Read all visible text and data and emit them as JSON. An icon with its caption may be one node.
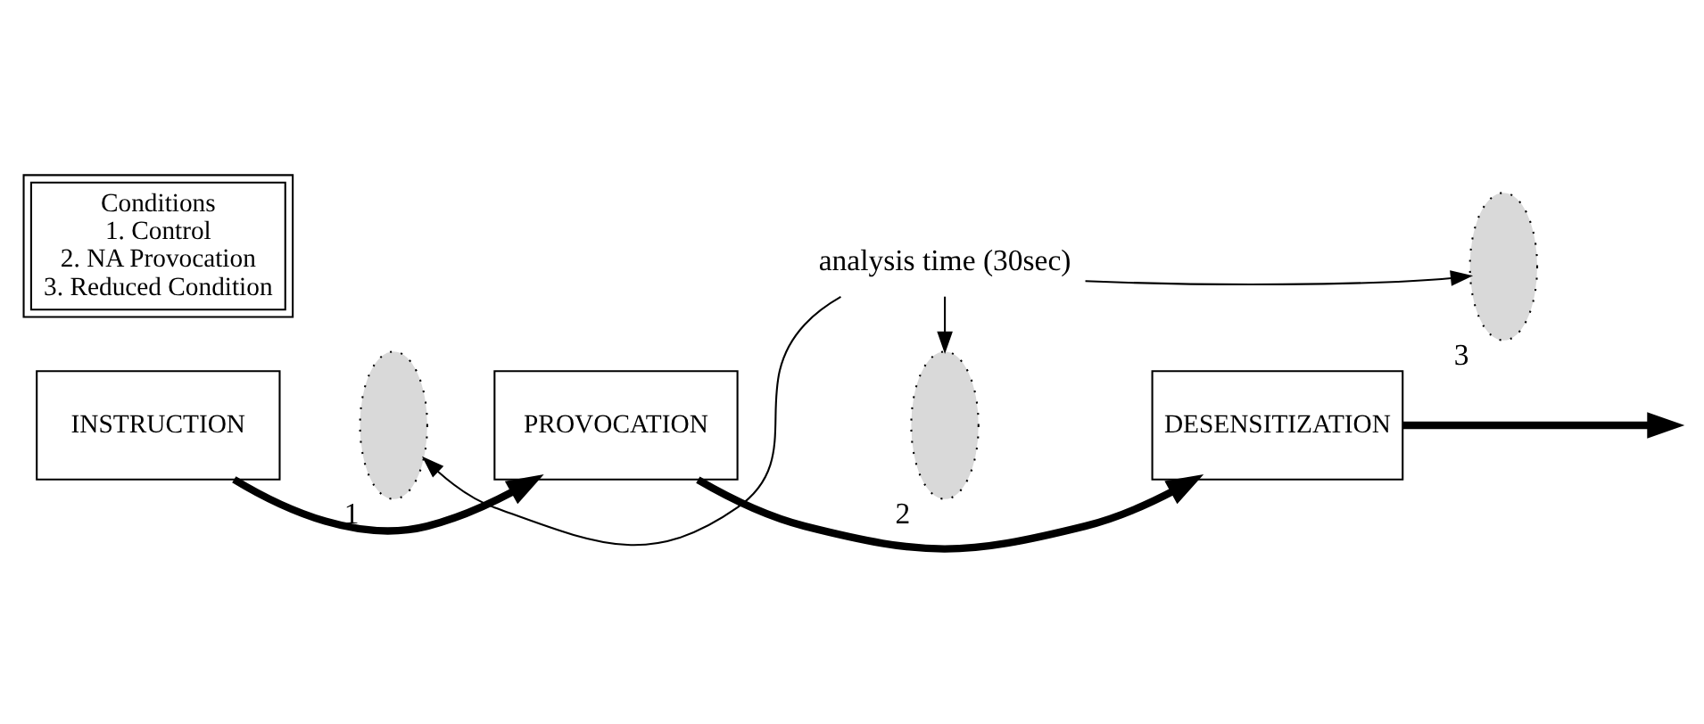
{
  "diagram": {
    "nodes": [
      {
        "text": [
          "Conditions",
          "1. Control",
          "2. NA Provocation",
          "3. Reduced Condition"
        ]
      },
      {
        "text": [
          "INSTRUCTION"
        ]
      },
      {
        "text": [],
        "shape": "ellipse",
        "beside": [
          "1"
        ]
      },
      {
        "text": [
          "PROVOCATION"
        ]
      },
      {
        "text": [],
        "shape": "ellipse",
        "beside": [
          "2"
        ]
      },
      {
        "text": [
          "DESENSITIZATION"
        ]
      },
      {
        "text": [],
        "shape": "ellipse",
        "beside": [
          "3"
        ]
      },
      {
        "text": [
          "analysis time (30sec)"
        ]
      }
    ],
    "edges": [
      {
        "from": 1,
        "to": 3,
        "arrow": "to",
        "style": "thick"
      },
      {
        "from": 3,
        "to": 5,
        "arrow": "to",
        "style": "thick"
      },
      {
        "from": 5,
        "to": null,
        "arrow": "to",
        "style": "thick"
      },
      {
        "from": 7,
        "to": 2,
        "arrow": "to"
      },
      {
        "from": 7,
        "to": 4,
        "arrow": "to"
      },
      {
        "from": 7,
        "to": 6,
        "arrow": "to"
      }
    ]
  }
}
